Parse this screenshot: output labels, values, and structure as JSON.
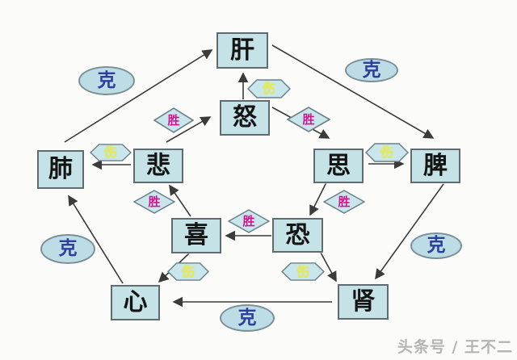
{
  "watermark": "头条号 / 王不二",
  "relation_labels": {
    "restrain": "克",
    "overcome": "胜",
    "harm": "伤"
  },
  "nodes": {
    "liver": "肝",
    "anger": "怒",
    "lung": "肺",
    "sadness": "悲",
    "thought": "思",
    "spleen": "脾",
    "joy": "喜",
    "fear": "恐",
    "heart": "心",
    "kidney": "肾"
  },
  "edges": {
    "restrain": [
      "肺→肝",
      "肝→脾",
      "脾→肾",
      "肾→心",
      "心→肺"
    ],
    "overcome": [
      "悲→怒",
      "怒→思",
      "思→恐",
      "恐→喜",
      "喜→悲"
    ],
    "harm": [
      "怒→肝",
      "悲→肺",
      "思→脾",
      "喜→心",
      "恐→肾"
    ]
  },
  "colors": {
    "box_fill": "#c5e3e7",
    "shape_fill": "#c9e6ec",
    "restrain_text": "#2d3f9b",
    "overcome_text": "#d4148f",
    "harm_text": "#e9ee45",
    "arrow": "#3b3b3b"
  }
}
